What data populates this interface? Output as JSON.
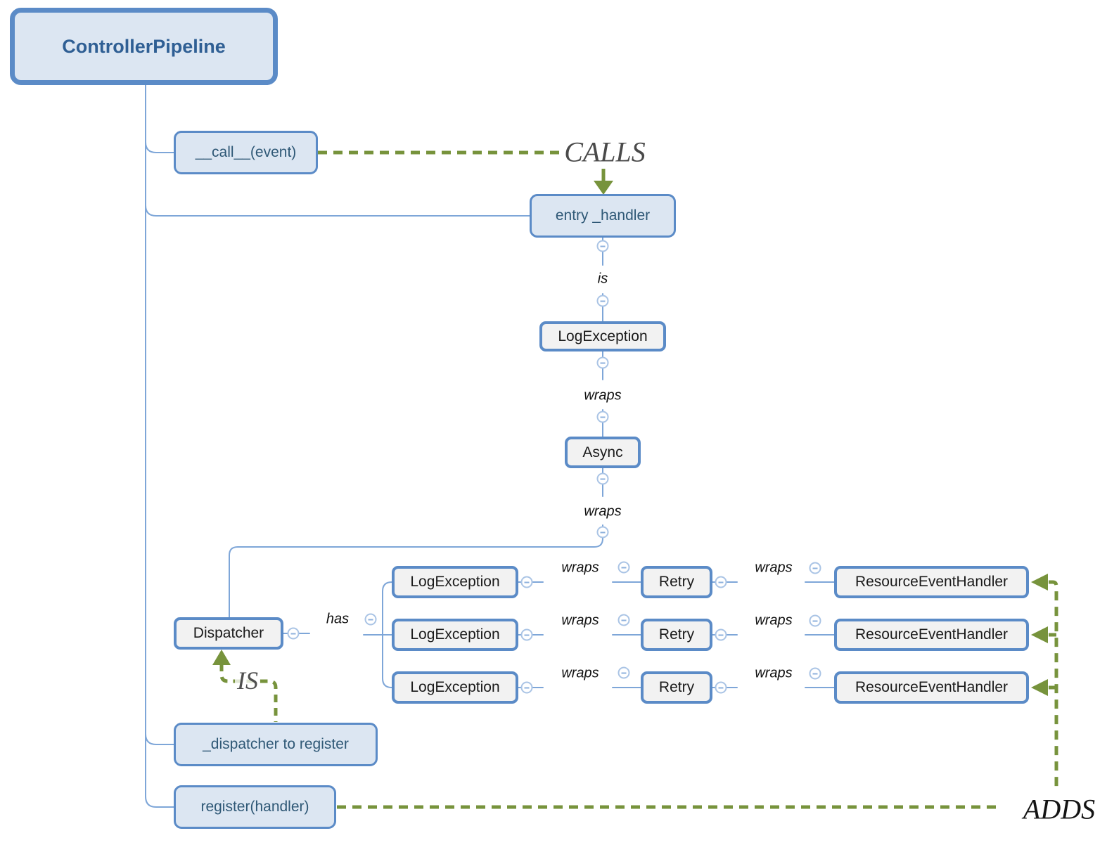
{
  "root": {
    "label": "ControllerPipeline"
  },
  "branches": {
    "call_method": {
      "label": "__call__(event)"
    },
    "entry_handler": {
      "label": "entry _handler"
    },
    "dispatcher_field": {
      "label": "_dispatcher to register"
    },
    "register_method": {
      "label": "register(handler)"
    }
  },
  "entry_chain": {
    "log_exception": {
      "label": "LogException"
    },
    "async": {
      "label": "Async"
    }
  },
  "dispatcher": {
    "label": "Dispatcher"
  },
  "handler_rows": [
    {
      "log_exception": "LogException",
      "retry": "Retry",
      "handler": "ResourceEventHandler"
    },
    {
      "log_exception": "LogException",
      "retry": "Retry",
      "handler": "ResourceEventHandler"
    },
    {
      "log_exception": "LogException",
      "retry": "Retry",
      "handler": "ResourceEventHandler"
    }
  ],
  "edge_labels": {
    "is": "is",
    "wraps": "wraps",
    "has": "has"
  },
  "relationships": {
    "calls": "CALLS",
    "is": "IS",
    "adds": "ADDS"
  },
  "colors": {
    "node_border_blue": "#5b8bc7",
    "node_fill_blue": "#dce6f2",
    "node_fill_gray": "#f2f2f2",
    "tree_line_blue": "#7ea6d8",
    "relationship_green": "#77933c",
    "node_text_blue": "#2f5876",
    "calls_text": "#4a4a4a",
    "adds_text": "#141414"
  },
  "icons": {
    "collapse_toggle": "circled-minus"
  }
}
